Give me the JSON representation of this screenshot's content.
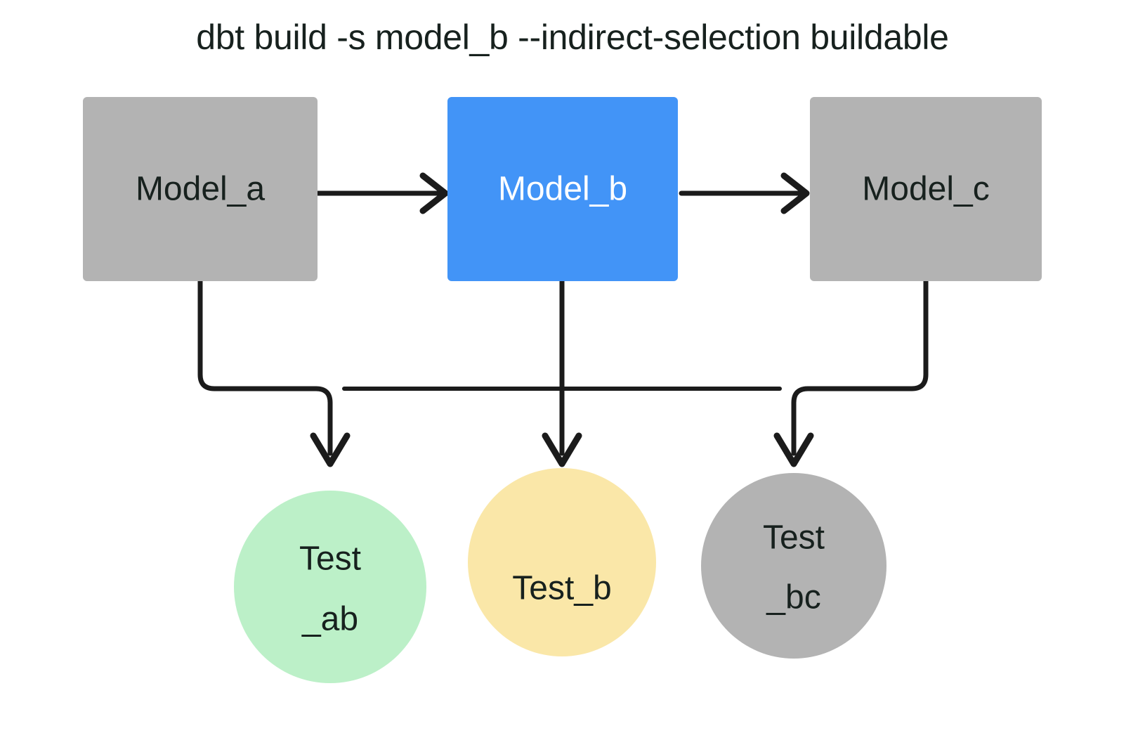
{
  "title": "dbt build -s model_b --indirect-selection buildable",
  "colors": {
    "background": "#ffffff",
    "text_dark": "#17211e",
    "text_light": "#ffffff",
    "edge": "#1b1b1b",
    "gray_node": "#b3b3b3",
    "blue_selected": "#4294f7",
    "green_test": "#bcf0c8",
    "yellow_test": "#fae7a8",
    "gray_test": "#b3b3b3"
  },
  "models": [
    {
      "id": "model_a",
      "label": "Model_a",
      "color": "#b3b3b3",
      "text_color": "#17211e",
      "selected": false
    },
    {
      "id": "model_b",
      "label": "Model_b",
      "color": "#4294f7",
      "text_color": "#ffffff",
      "selected": true
    },
    {
      "id": "model_c",
      "label": "Model_c",
      "color": "#b3b3b3",
      "text_color": "#17211e",
      "selected": false
    }
  ],
  "tests": [
    {
      "id": "test_ab",
      "line1": "Test",
      "line2": "_ab",
      "color": "#bcf0c8",
      "text_color": "#17211e"
    },
    {
      "id": "test_b",
      "line1": "Test_b",
      "line2": "",
      "color": "#fae7a8",
      "text_color": "#17211e"
    },
    {
      "id": "test_bc",
      "line1": "Test",
      "line2": "_bc",
      "color": "#b3b3b3",
      "text_color": "#17211e"
    }
  ],
  "edges": [
    {
      "from": "model_a",
      "to": "model_b",
      "kind": "arrow-right"
    },
    {
      "from": "model_b",
      "to": "model_c",
      "kind": "arrow-right"
    },
    {
      "from": "model_a",
      "to": "test_ab",
      "kind": "elbow-down"
    },
    {
      "from": "model_b",
      "to": "test_ab",
      "kind": "elbow-down"
    },
    {
      "from": "model_b",
      "to": "test_b",
      "kind": "straight-down"
    },
    {
      "from": "model_b",
      "to": "test_bc",
      "kind": "elbow-down"
    },
    {
      "from": "model_c",
      "to": "test_bc",
      "kind": "elbow-down"
    }
  ]
}
